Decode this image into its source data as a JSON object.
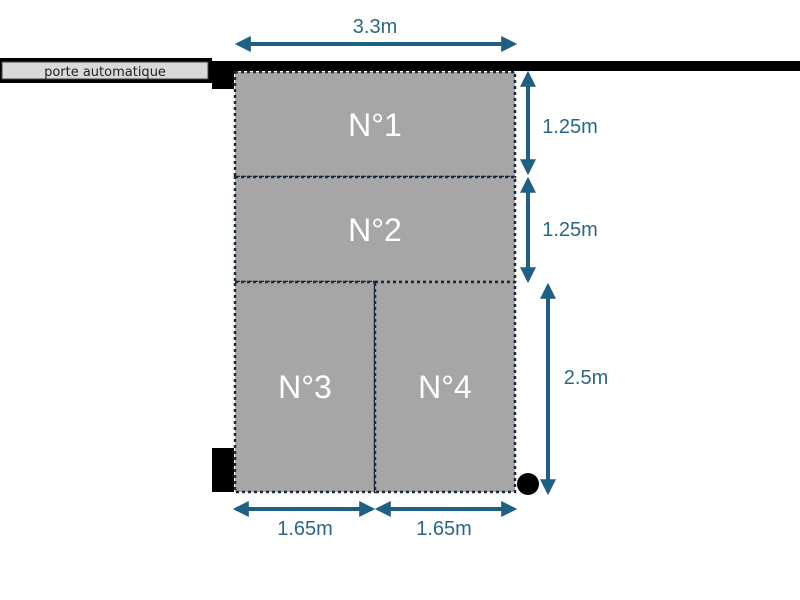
{
  "colors": {
    "zone_fill": "#a6a6a6",
    "dimension": "#1f5f82",
    "wall": "#000000",
    "door_fill": "#d9d9d9",
    "label_text": "#ffffff"
  },
  "door": {
    "label": "porte automatique"
  },
  "zones": [
    {
      "label": "N°1"
    },
    {
      "label": "N°2"
    },
    {
      "label": "N°3"
    },
    {
      "label": "N°4"
    }
  ],
  "dimensions": {
    "total_width": "3.3m",
    "zone1_height": "1.25m",
    "zone2_height": "1.25m",
    "lower_height": "2.5m",
    "zone3_width": "1.65m",
    "zone4_width": "1.65m"
  }
}
